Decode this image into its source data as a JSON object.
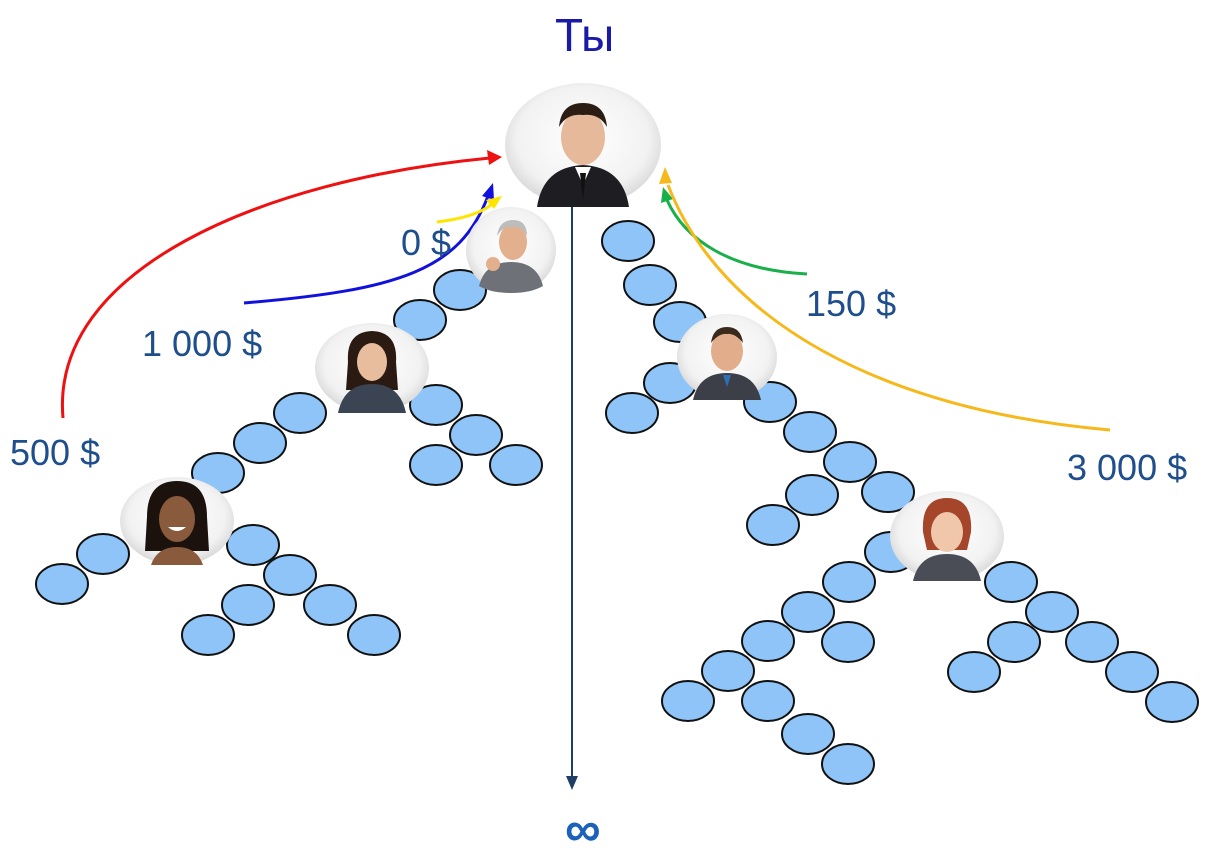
{
  "title": "Ты",
  "infinity_symbol": "∞",
  "amounts": {
    "a500": "500 $",
    "a1000": "1 000 $",
    "a0": "0 $",
    "a150": "150 $",
    "a3000": "3 000 $"
  },
  "colors": {
    "node_fill": "#8ec4f8",
    "node_stroke": "#111111",
    "red": "#ee1111",
    "blue": "#1111dd",
    "yellow": "#ffe400",
    "green": "#18b04a",
    "orange": "#f6b81a",
    "axis": "#1f3f66",
    "label": "#1f4e8c"
  },
  "avatars": [
    {
      "name": "you-avatar",
      "icon": "man-dark-suit"
    },
    {
      "name": "gray-haired-man-avatar",
      "icon": "man-pointing"
    },
    {
      "name": "woman-dark-hair-avatar",
      "icon": "woman-business"
    },
    {
      "name": "smiling-woman-avatar",
      "icon": "woman-smiling"
    },
    {
      "name": "man-short-hair-avatar",
      "icon": "man-smiling"
    },
    {
      "name": "red-haired-woman-avatar",
      "icon": "woman-red-hair"
    }
  ]
}
